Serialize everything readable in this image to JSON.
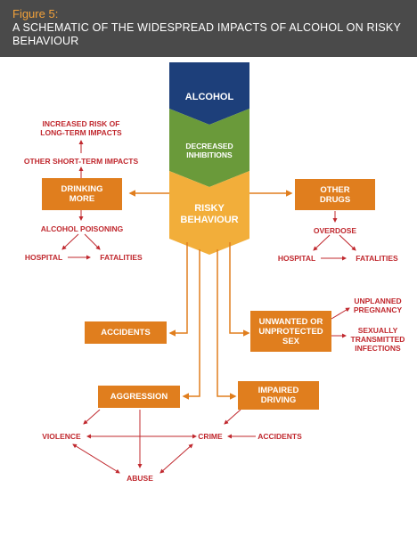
{
  "header": {
    "figure_number": "Figure 5:",
    "title": "A SCHEMATIC OF THE WIDESPREAD IMPACTS OF ALCOHOL ON RISKY BEHAVIOUR"
  },
  "colors": {
    "header_bg": "#4a4a4a",
    "header_accent": "#f2a13a",
    "alcohol": "#1d3f7a",
    "inhibitions": "#6a9a3a",
    "risky": "#f2ae3a",
    "box": "#e07e1e",
    "label": "#c0282e"
  },
  "chevrons": {
    "alcohol": "ALCOHOL",
    "inhibitions": "DECREASED\nINHIBITIONS",
    "risky": "RISKY\nBEHAVIOUR"
  },
  "boxes": {
    "drinking_more": "DRINKING\nMORE",
    "other_drugs": "OTHER\nDRUGS",
    "accidents": "ACCIDENTS",
    "unprotected_sex": "UNWANTED OR\nUNPROTECTED\nSEX",
    "aggression": "AGGRESSION",
    "impaired_driving": "IMPAIRED\nDRIVING"
  },
  "labels": {
    "long_term": "INCREASED RISK OF\nLONG-TERM IMPACTS",
    "short_term": "OTHER SHORT-TERM IMPACTS",
    "alcohol_poisoning": "ALCOHOL POISONING",
    "hospital_left": "HOSPITAL",
    "fatalities_left": "FATALITIES",
    "overdose": "OVERDOSE",
    "hospital_right": "HOSPITAL",
    "fatalities_right": "FATALITIES",
    "unplanned_pregnancy": "UNPLANNED\nPREGNANCY",
    "sti": "SEXUALLY\nTRANSMITTED\nINFECTIONS",
    "violence": "VIOLENCE",
    "crime": "CRIME",
    "accidents_driving": "ACCIDENTS",
    "abuse": "ABUSE"
  }
}
